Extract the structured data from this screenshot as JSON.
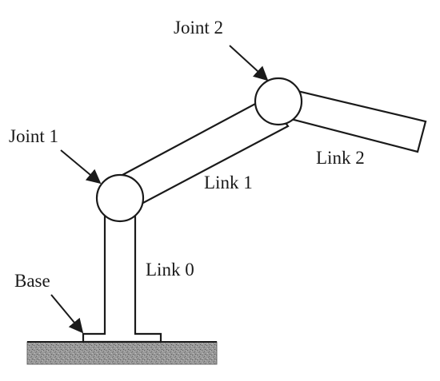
{
  "labels": {
    "joint2": "Joint 2",
    "joint1": "Joint 1",
    "link2": "Link 2",
    "link1": "Link 1",
    "link0": "Link 0",
    "base": "Base"
  }
}
